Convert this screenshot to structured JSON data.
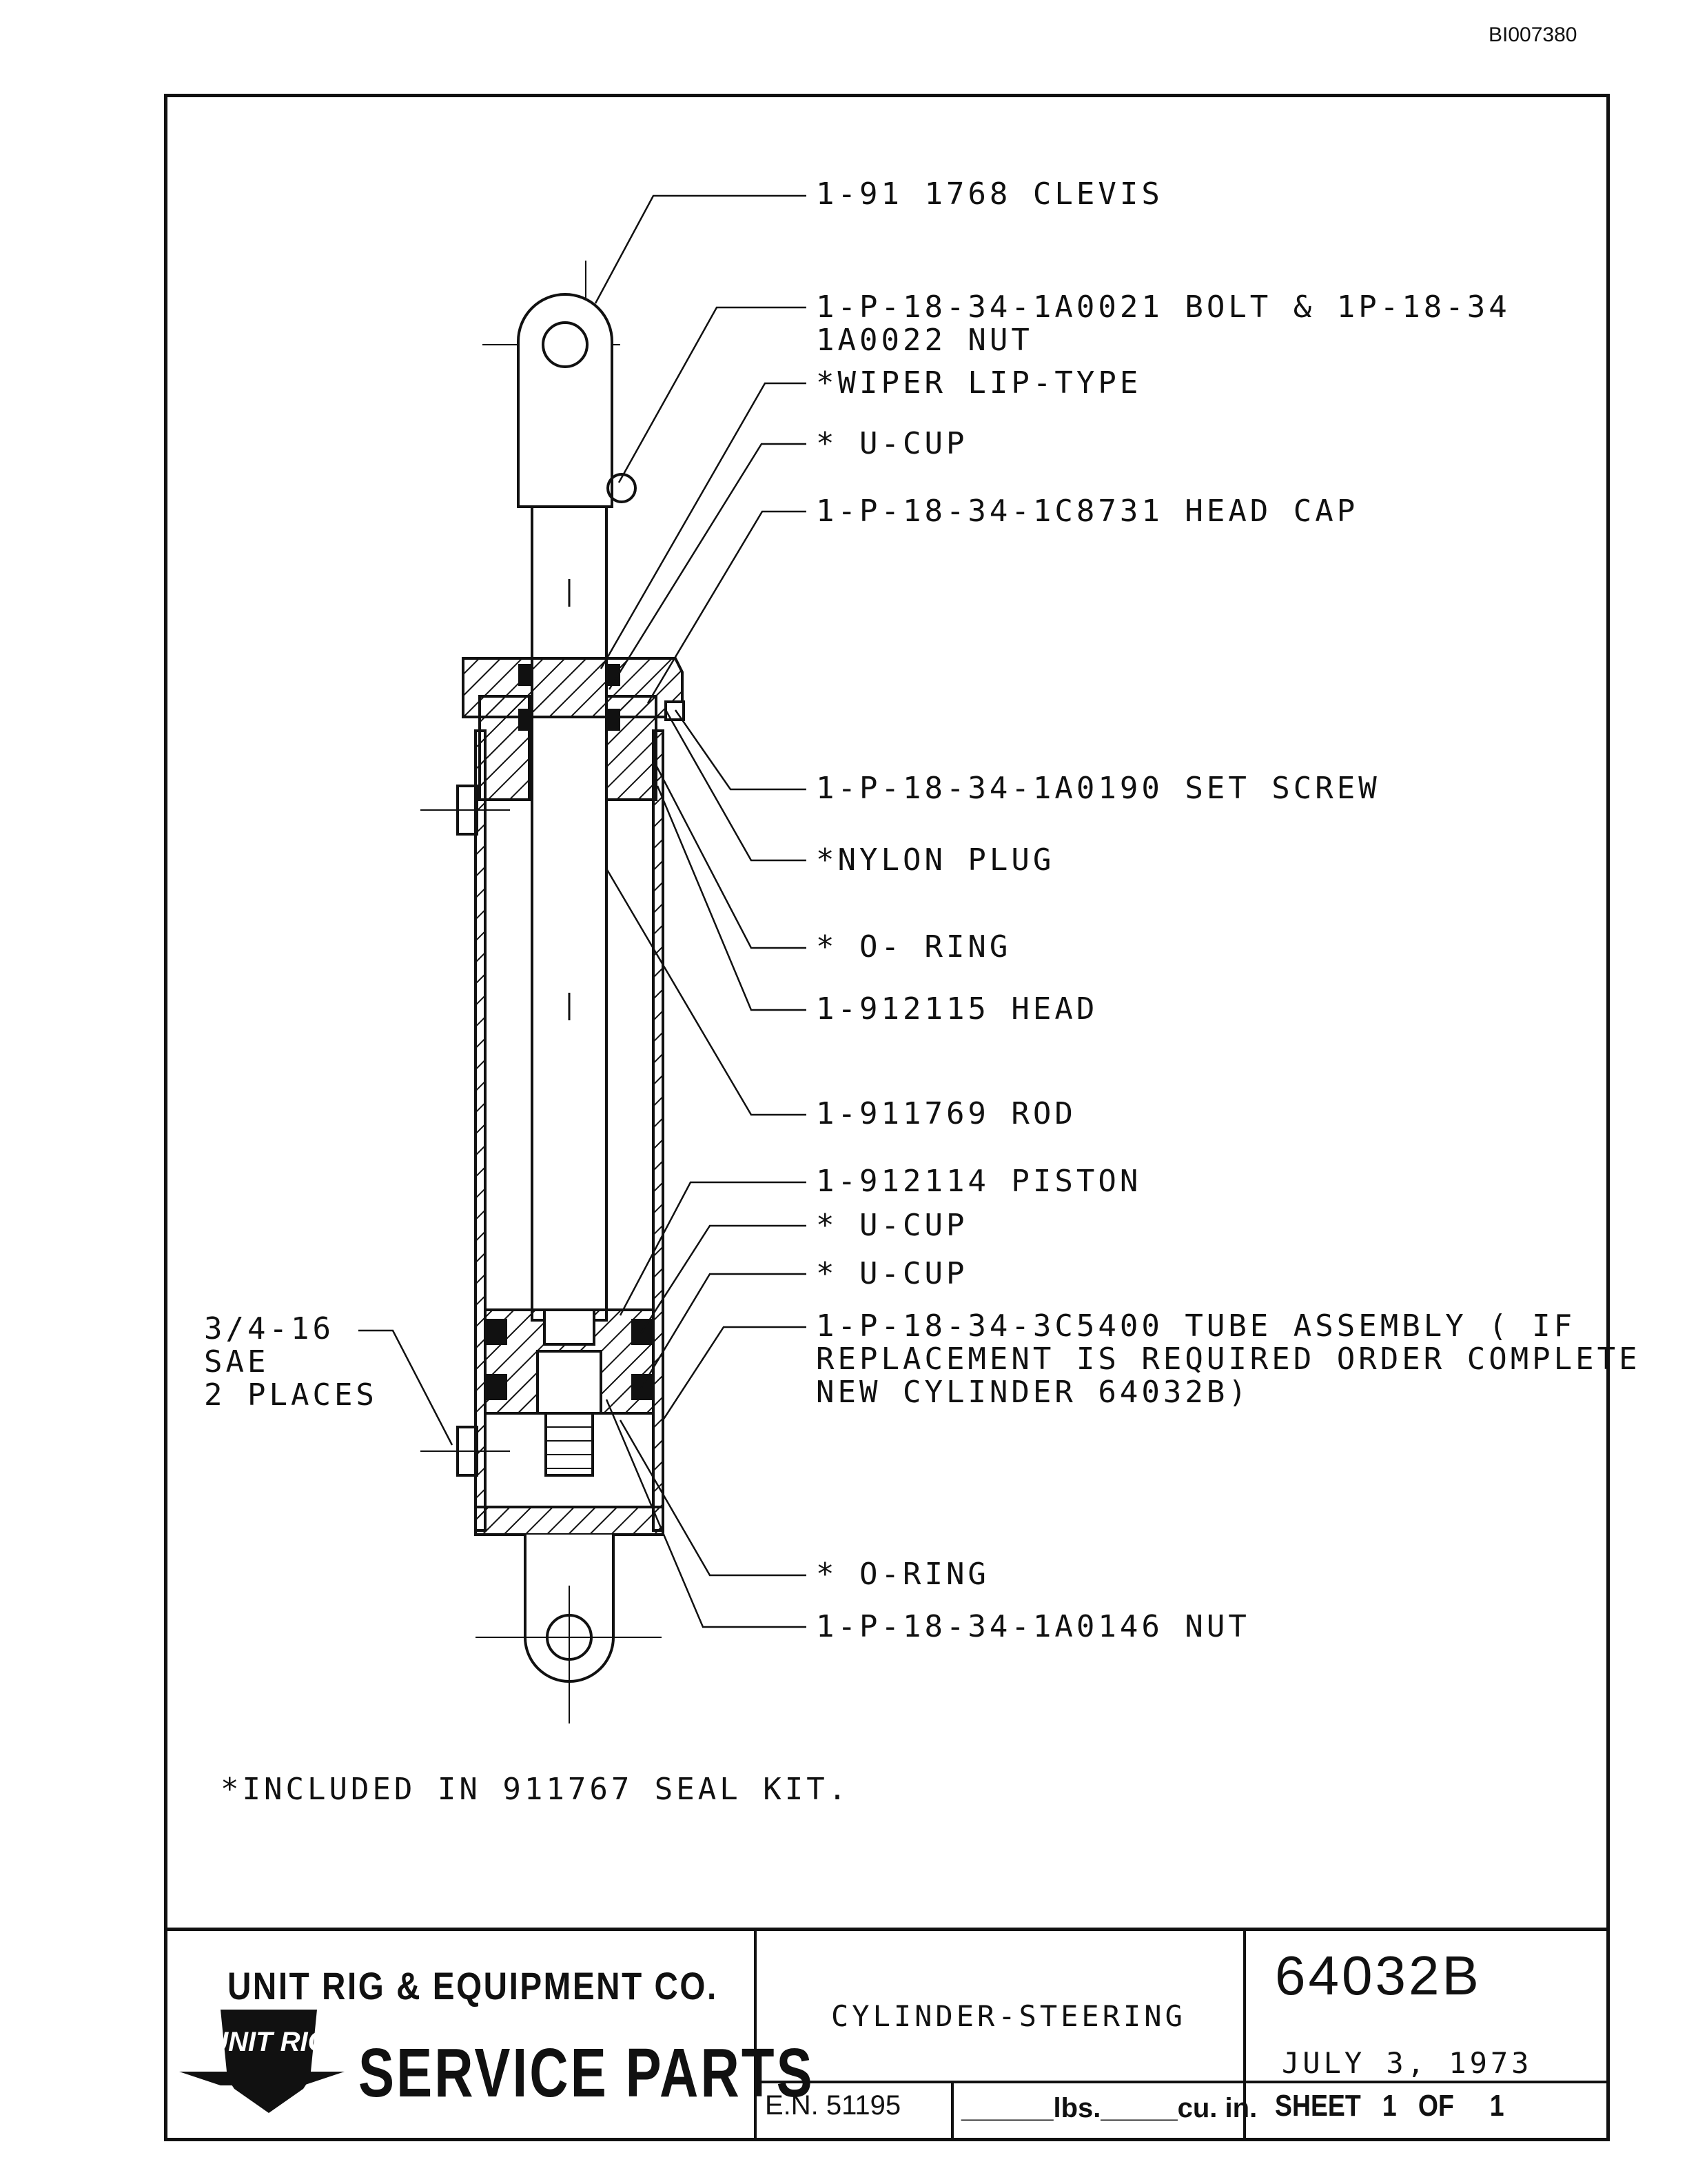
{
  "doc_id": "BI007380",
  "callouts": [
    {
      "id": "clevis",
      "text": "1-91 1768 CLEVIS"
    },
    {
      "id": "bolt",
      "text": "1-P-18-34-1A0021 BOLT & 1P-18-34\n1A0022 NUT"
    },
    {
      "id": "wiper",
      "text": "*WIPER LIP-TYPE"
    },
    {
      "id": "ucup1",
      "text": "* U-CUP"
    },
    {
      "id": "headcap",
      "text": "1-P-18-34-1C8731 HEAD CAP"
    },
    {
      "id": "setscrew",
      "text": "1-P-18-34-1A0190 SET SCREW"
    },
    {
      "id": "nylonplug",
      "text": "*NYLON PLUG"
    },
    {
      "id": "oring1",
      "text": "* O- RING"
    },
    {
      "id": "head",
      "text": "1-912115 HEAD"
    },
    {
      "id": "rod",
      "text": "1-911769 ROD"
    },
    {
      "id": "piston",
      "text": "1-912114 PISTON"
    },
    {
      "id": "ucup2",
      "text": "* U-CUP"
    },
    {
      "id": "ucup3",
      "text": "* U-CUP"
    },
    {
      "id": "tube",
      "text": "1-P-18-34-3C5400 TUBE ASSEMBLY ( IF\nREPLACEMENT IS REQUIRED ORDER COMPLETE\nNEW CYLINDER 64032B)"
    },
    {
      "id": "oring2",
      "text": "* O-RING"
    },
    {
      "id": "nut",
      "text": "1-P-18-34-1A0146 NUT"
    },
    {
      "id": "sae",
      "text": "3/4-16\nSAE\n2 PLACES"
    },
    {
      "id": "sealkit",
      "text": "*INCLUDED IN 911767 SEAL KIT."
    }
  ],
  "title_block": {
    "company": "UNIT RIG & EQUIPMENT CO.",
    "logo_text": "UNIT RIG",
    "service": "SERVICE PARTS",
    "title": "CYLINDER-STEERING",
    "drawing_no": "64032B",
    "date": "JULY 3, 1973",
    "en": "E.N. 51195",
    "lbs_label": "lbs.",
    "cuin_label": "cu. in.",
    "sheet_label": "SHEET",
    "sheet_no": "1",
    "of_label": "OF",
    "sheet_total": "1"
  }
}
